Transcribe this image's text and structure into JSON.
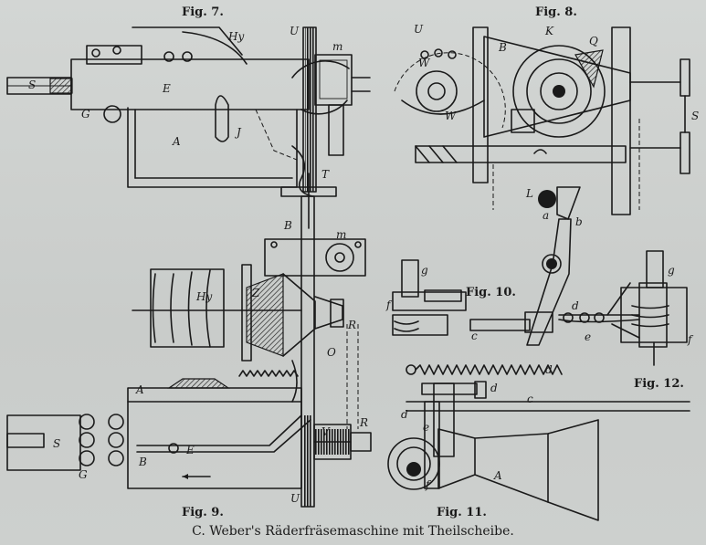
{
  "caption": "C. Weber's Räderfräsemaschine mit Theilscheibe.",
  "figures": {
    "fig7": "Fig. 7.",
    "fig8": "Fig. 8.",
    "fig9": "Fig. 9.",
    "fig10": "Fig. 10.",
    "fig11": "Fig. 11.",
    "fig12": "Fig. 12."
  },
  "labels": {
    "fig7": {
      "Hy": "Hy",
      "U": "U",
      "m": "m",
      "S": "S",
      "E": "E",
      "G": "G",
      "A": "A",
      "J": "J",
      "T": "T"
    },
    "fig8": {
      "U": "U",
      "B": "B",
      "K": "K",
      "Q": "Q",
      "W": "W",
      "W1": "W",
      "S": "S"
    },
    "fig9": {
      "B": "B",
      "m": "m",
      "Hy": "Hy",
      "Z": "Z",
      "R": "R",
      "O": "O",
      "A": "A",
      "S": "S",
      "E1": "E",
      "B1": "B",
      "V": "V",
      "R1": "R",
      "G": "G",
      "U": "U"
    },
    "fig10": {
      "L": "L",
      "a": "a",
      "b": "b",
      "g": "g",
      "f": "f",
      "c": "c"
    },
    "fig11": {
      "d1": "d",
      "d1b": "d",
      "c": "c",
      "d": "d",
      "e": "e",
      "A1": "A",
      "f": "f"
    },
    "fig12": {
      "g": "g",
      "d": "d",
      "e": "e",
      "f": "f"
    }
  }
}
